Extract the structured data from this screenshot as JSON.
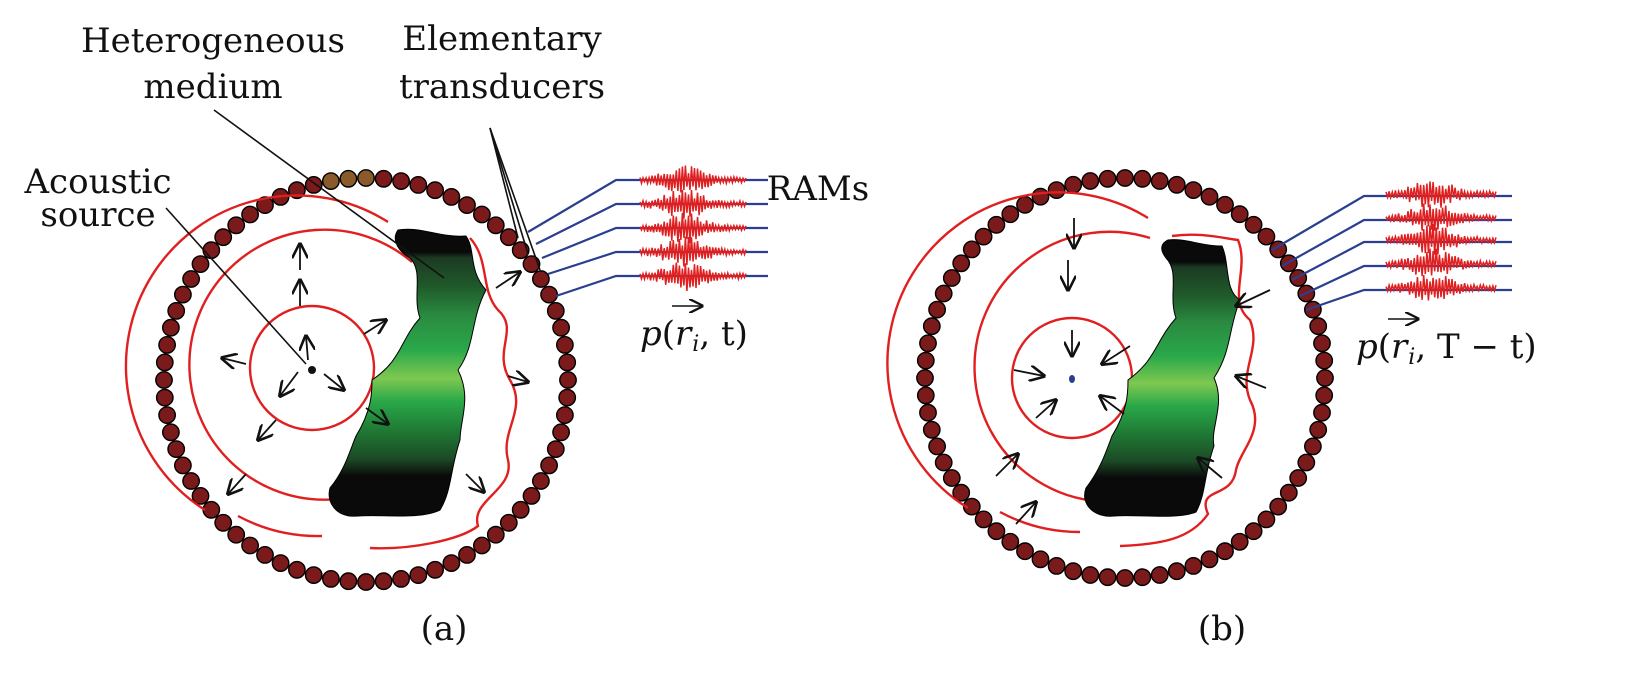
{
  "panel_a": {
    "caption": "(a)",
    "labels": {
      "heterogeneous": [
        "Heterogeneous",
        "medium"
      ],
      "transducers": [
        "Elementary",
        "transducers"
      ],
      "source": [
        "Acoustic",
        "source"
      ],
      "rams": "RAMs"
    },
    "signal_label": {
      "p": "p",
      "open": "(",
      "r": "r",
      "i": "i",
      "rest": ", t)"
    }
  },
  "panel_b": {
    "caption": "(b)",
    "signal_label": {
      "p": "p",
      "open": "(",
      "r": "r",
      "i": "i",
      "rest": ", T − t)"
    }
  },
  "colors": {
    "transducer": "#7a1a1a",
    "transducer_highlight": "#8a5a2a",
    "wavefront": "#e02020",
    "wire": "#2a3f8f",
    "signal": "#e02020",
    "medium_dark": "#0a0a0a",
    "medium_mid": "#1f5a2a",
    "medium_green": "#2aa84a",
    "medium_light": "#7ec850",
    "source_dot": "#2a3f8f"
  }
}
